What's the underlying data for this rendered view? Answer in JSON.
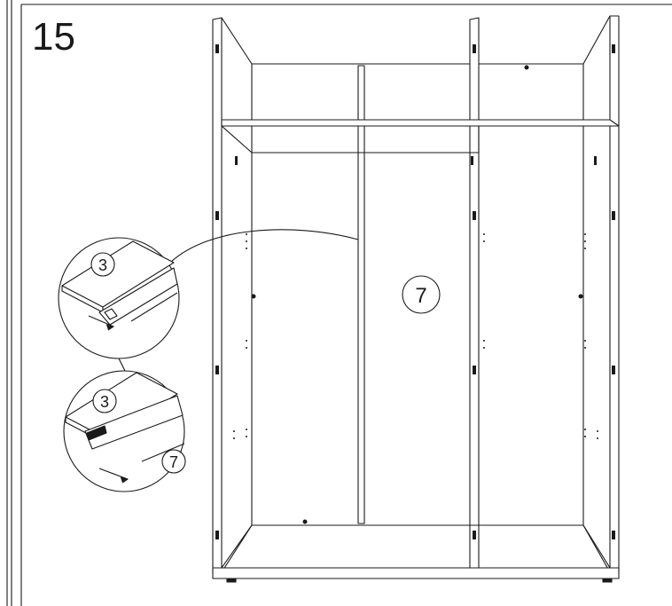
{
  "step": {
    "number": "15"
  },
  "callouts": {
    "main_part": "7",
    "detail_top_part": "3",
    "detail_bottom_part_a": "3",
    "detail_bottom_part_b": "7"
  },
  "colors": {
    "line": "#1a1a1a",
    "background": "#ffffff"
  }
}
